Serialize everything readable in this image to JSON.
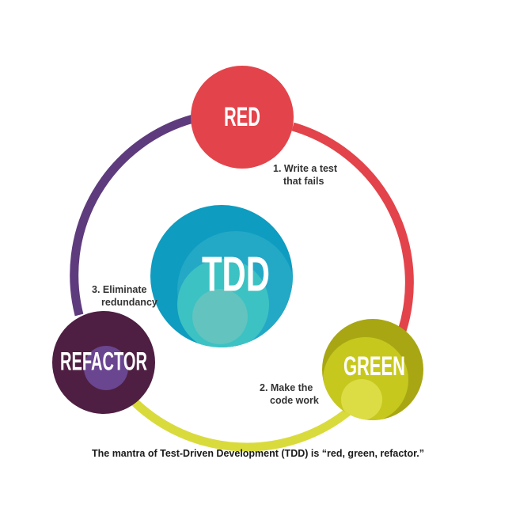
{
  "diagram": {
    "center_label": "TDD",
    "nodes": [
      {
        "id": "red",
        "label": "RED",
        "color": "#e3434a"
      },
      {
        "id": "green",
        "label": "GREEN",
        "color": "#a8a713"
      },
      {
        "id": "refactor",
        "label": "REFACTOR",
        "color": "#4e1f42"
      }
    ],
    "steps": [
      {
        "lines": [
          "1. Write a test",
          "that fails"
        ]
      },
      {
        "lines": [
          "2. Make the",
          "code work"
        ]
      },
      {
        "lines": [
          "3. Eliminate",
          "redundancy"
        ]
      }
    ],
    "colors": {
      "arc_red": "#e3434a",
      "arc_yellow": "#d9db3c",
      "arc_purple": "#5e3b7d",
      "center_blue": "#1aa3c4",
      "center_teal": "#3cc2c2"
    }
  },
  "caption": "The mantra of Test-Driven Development (TDD) is “red, green, refactor.”"
}
